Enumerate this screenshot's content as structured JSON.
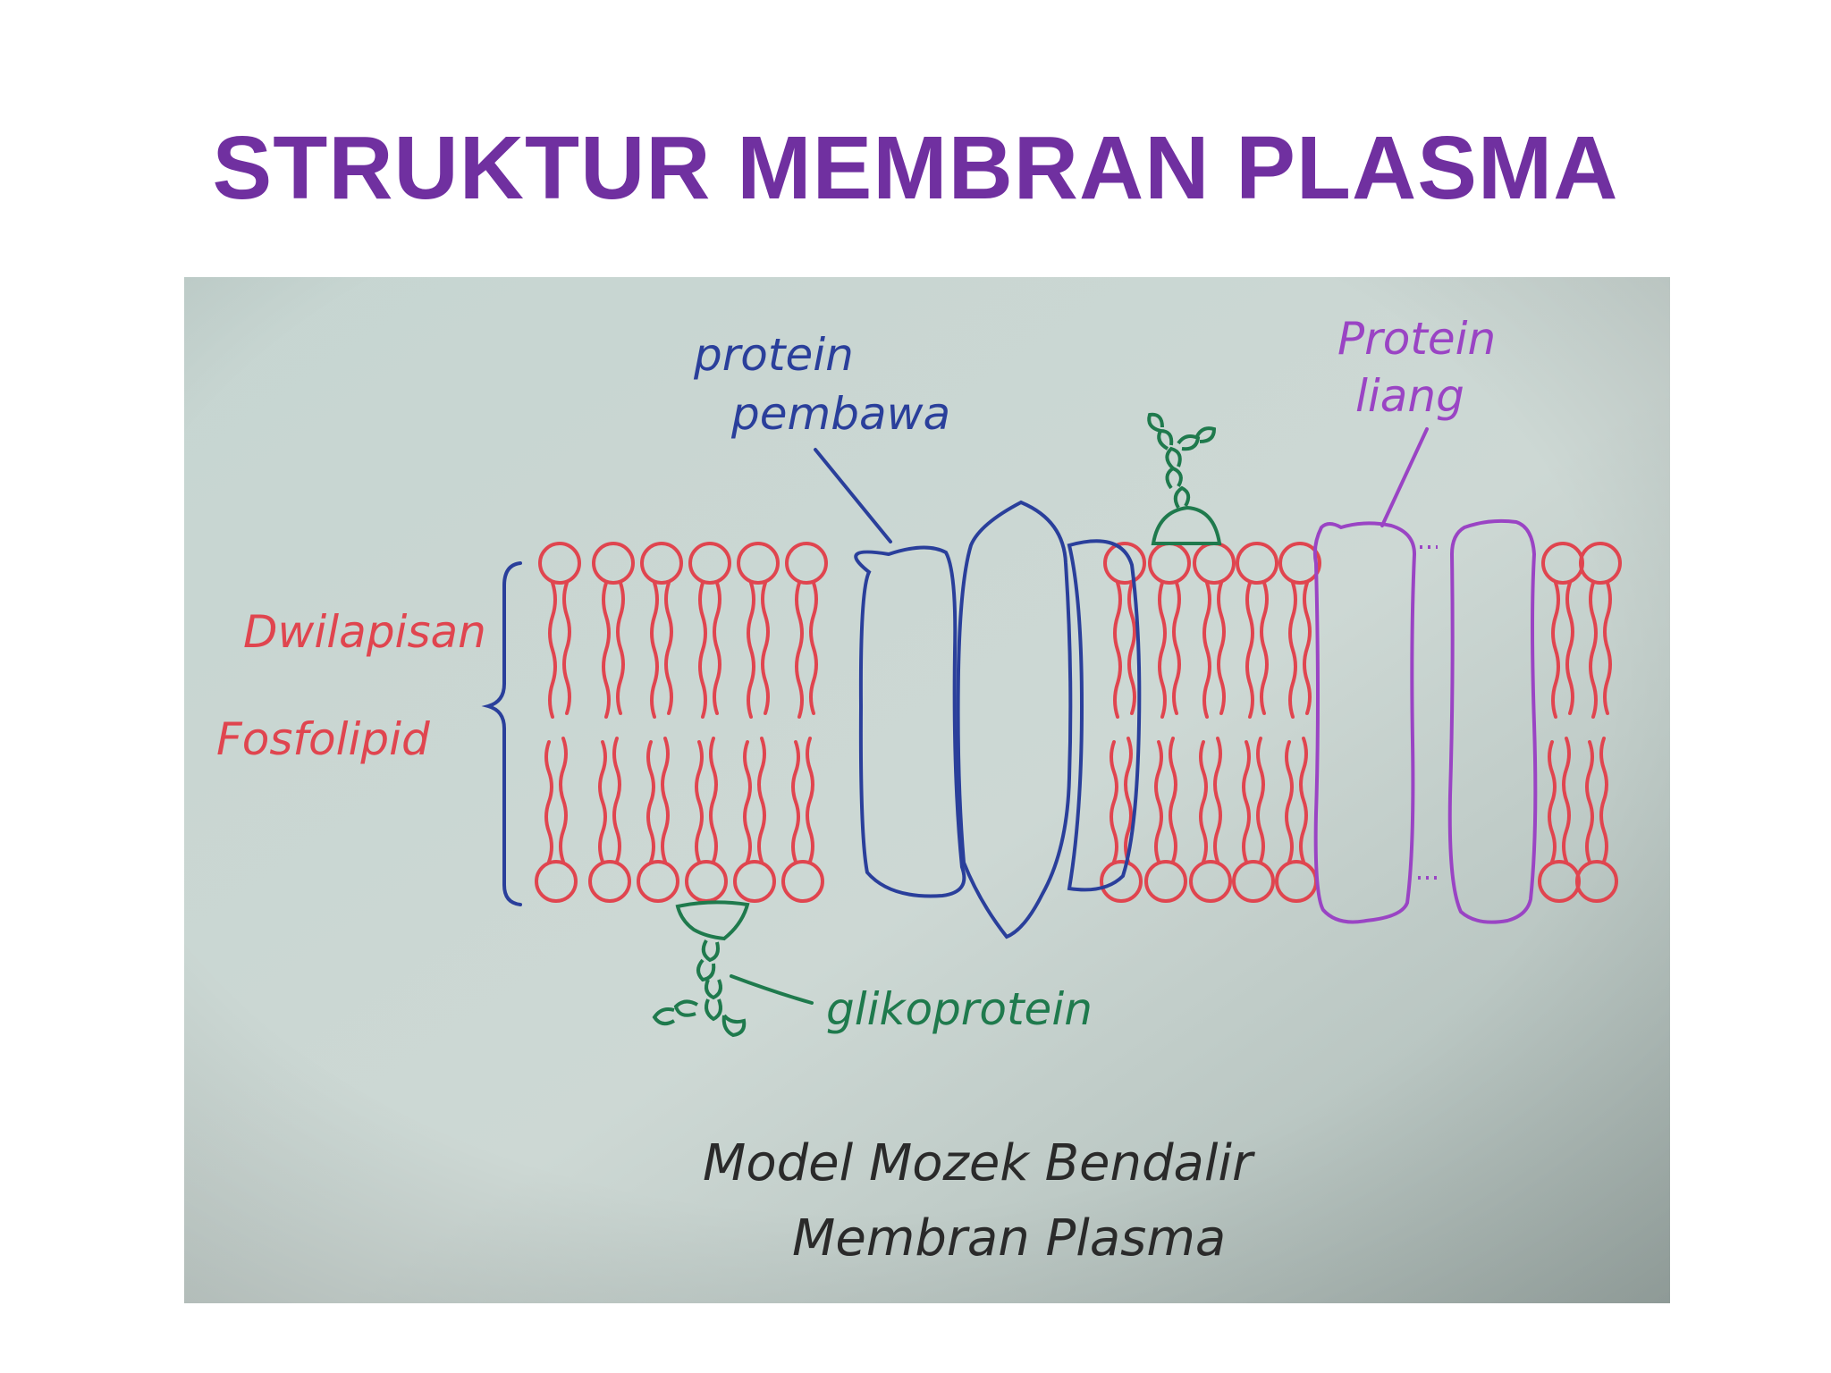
{
  "slide": {
    "title": "STRUKTUR MEMBRAN PLASMA"
  },
  "diagram": {
    "labels": {
      "bilayer_line1": "Dwilapisan",
      "bilayer_line2": "Fosfolipid",
      "carrier_line1": "protein",
      "carrier_line2": "pembawa",
      "channel_line1": "Protein",
      "channel_line2": "liang",
      "glycoprotein": "glikoprotein",
      "caption_line1": "Model Mozek Bendalir",
      "caption_line2": "Membran Plasma"
    },
    "colors": {
      "title": "#7030a0",
      "paper": "#c9d6d2",
      "phospholipid": "#e0454f",
      "carrier_protein": "#2a3f9b",
      "channel_protein": "#9a44c4",
      "glycoprotein": "#1f7a4d",
      "caption": "#2a2a2a"
    }
  }
}
